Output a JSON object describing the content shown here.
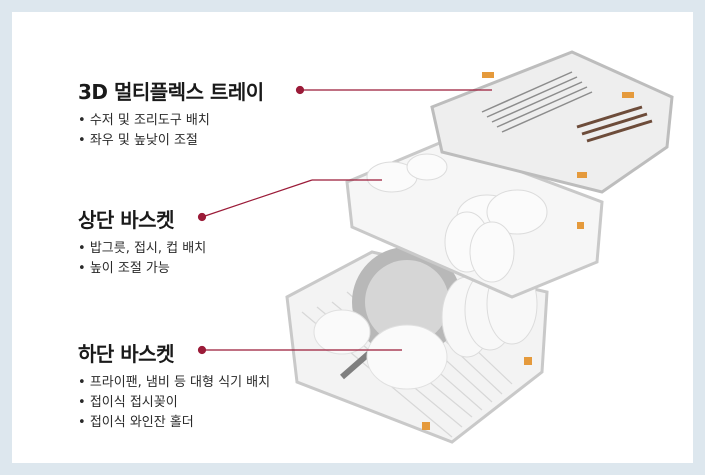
{
  "sections": [
    {
      "title": "3D 멀티플렉스 트레이",
      "bullets": [
        "수저 및 조리도구 배치",
        "좌우 및 높낮이 조절"
      ]
    },
    {
      "title": "상단 바스켓",
      "bullets": [
        "밥그릇, 접시, 컵 배치",
        "높이 조절 가능"
      ]
    },
    {
      "title": "하단 바스켓",
      "bullets": [
        "프라이팬, 냄비 등 대형 식기 배치",
        "접이식 접시꽂이",
        "접이식 와인잔 홀더"
      ]
    }
  ],
  "colors": {
    "background": "#dde7ee",
    "card": "#ffffff",
    "accent_leader": "#9b1b38",
    "rack": "#c9c9c9",
    "accent_orange": "#e59a3c"
  }
}
